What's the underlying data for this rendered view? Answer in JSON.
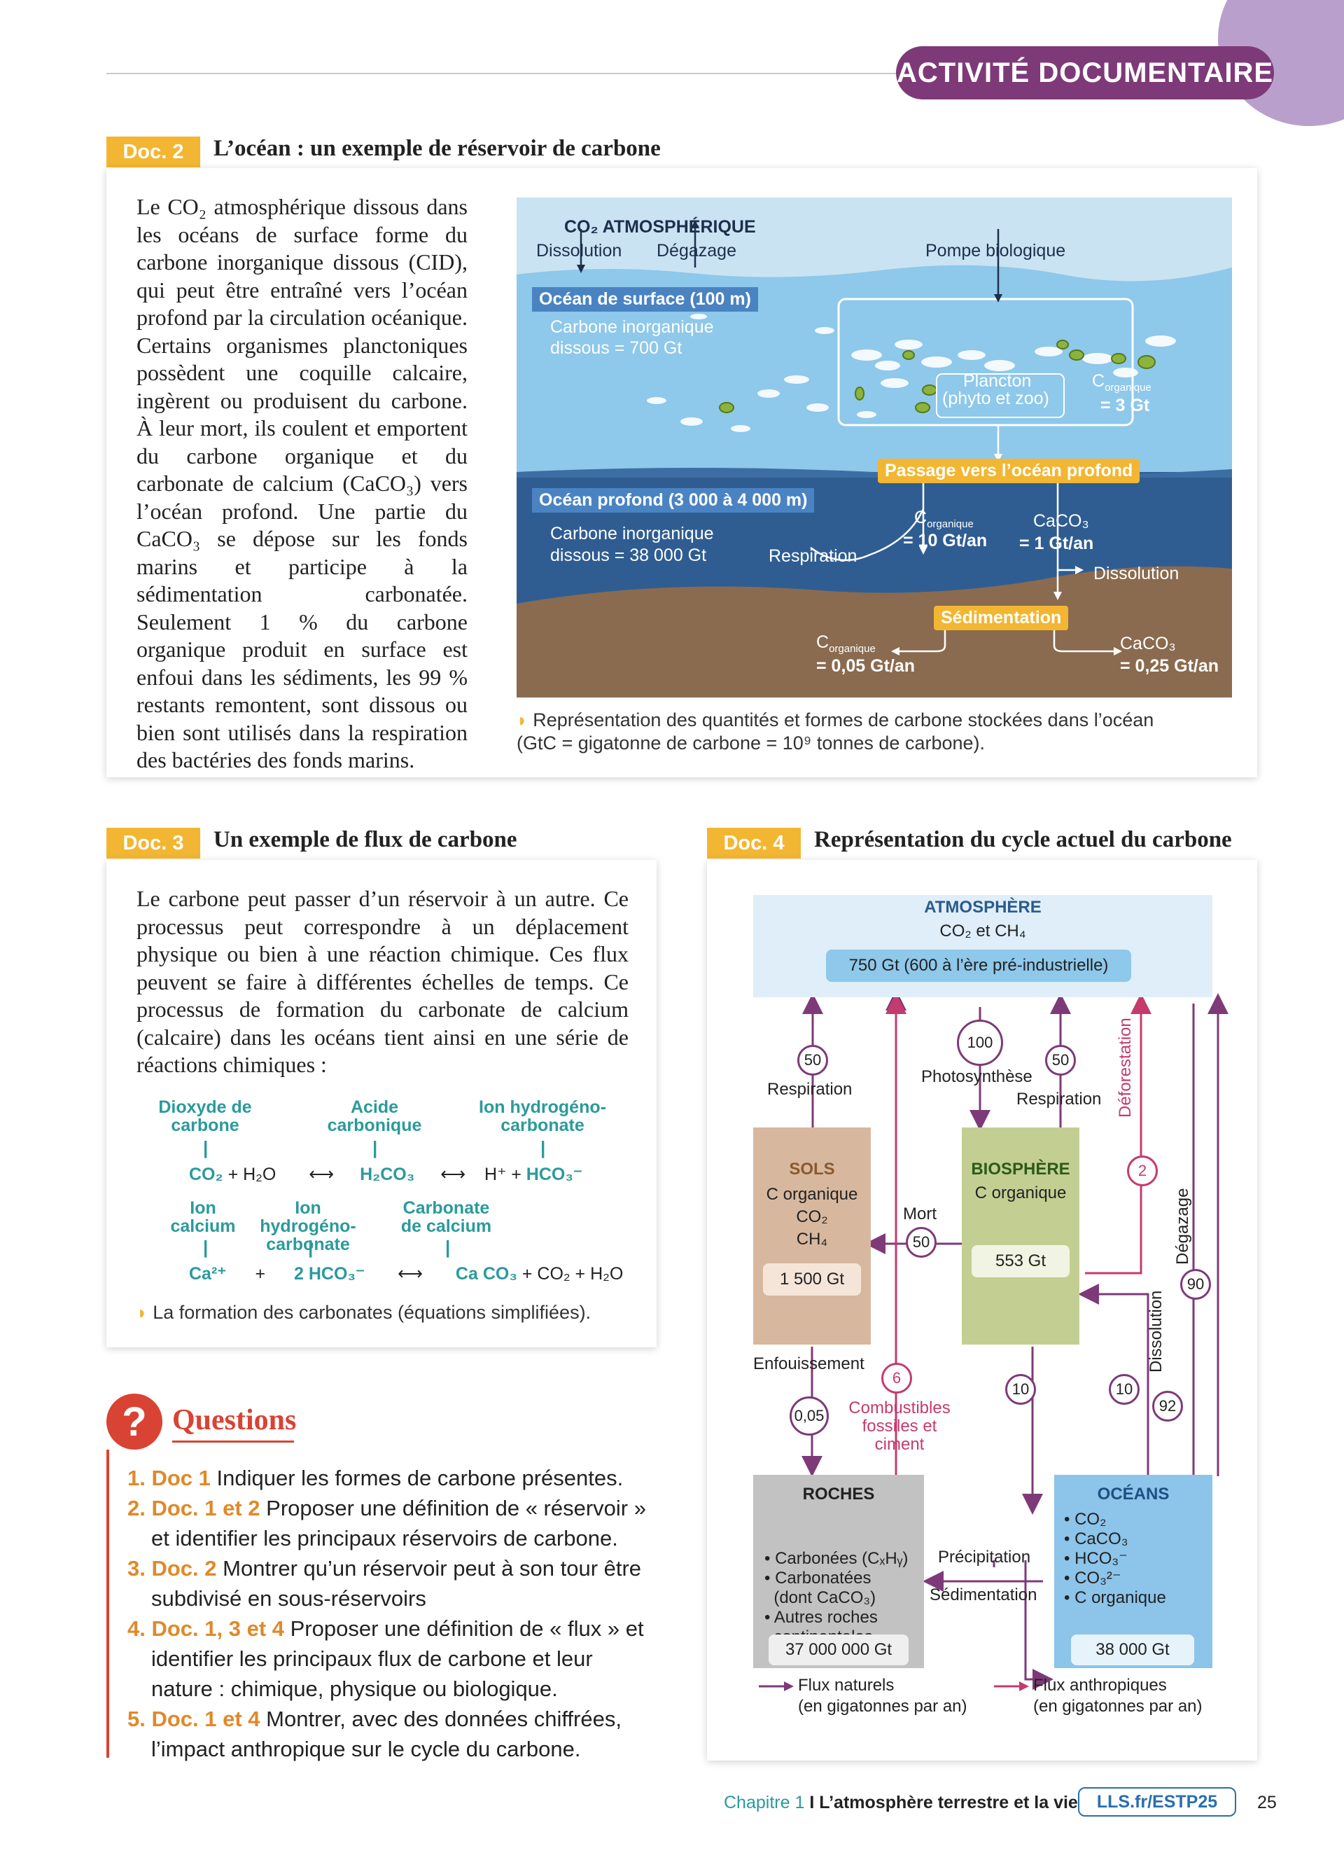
{
  "header": {
    "activite": "ACTIVITÉ DOCUMENTAIRE"
  },
  "doc2": {
    "tag": "Doc. 2",
    "title": "L’océan : un exemple de réservoir de carbone",
    "text": "Le CO₂ atmosphérique dissous dans les océans de surface forme du carbone inorganique dissous (CID), qui peut être entraîné vers l’océan profond par la circulation océanique. Certains organismes planctoniques possèdent une coquille calcaire, ingèrent ou produisent du carbone. À leur mort, ils coulent et emportent du carbone organique et du carbonate de calcium (CaCO₃) vers l’océan profond. Une partie du CaCO₃ se dépose sur les fonds marins et participe à la sédimentation carbonatée. Seulement 1 % du carbone organique produit en surface est enfoui dans les sédiments, les 99 % restants remontent, sont dissous ou bien sont utilisés dans la respiration des bactéries des fonds marins.",
    "diagram": {
      "atmos": "CO₂ ATMOSPHÉRIQUE",
      "dissolution": "Dissolution",
      "degazage": "Dégazage",
      "pompe": "Pompe biologique",
      "surface_badge": "Océan de surface (100 m)",
      "cid_surface_1": "Carbone inorganique",
      "cid_surface_2": "dissous = 700 Gt",
      "plancton_1": "Plancton",
      "plancton_2": "(phyto et zoo)",
      "corg_surface_1": "C",
      "corg_surface_sub": "organique",
      "corg_surface_2": "= 3 Gt",
      "passage": "Passage vers l’océan profond",
      "profond_badge": "Océan profond (3 000 à 4 000 m)",
      "cid_profond_1": "Carbone inorganique",
      "cid_profond_2": "dissous = 38 000 Gt",
      "respiration": "Respiration",
      "corg_flux_1": "C",
      "corg_flux_sub": "organique",
      "corg_flux_2": "= 10 Gt/an",
      "caco3_flux_1": "CaCO₃",
      "caco3_flux_2": "= 1 Gt/an",
      "dissolution2": "Dissolution",
      "sedimentation": "Sédimentation",
      "corg_sed_1": "C",
      "corg_sed_sub": "organique",
      "corg_sed_2": "= 0,05 Gt/an",
      "caco3_sed_1": "CaCO₃",
      "caco3_sed_2": "= 0,25 Gt/an"
    },
    "caption_1": "Représentation des quantités et formes de carbone stockées dans l’océan",
    "caption_2": "(GtC = gigatonne de carbone = 10⁹ tonnes de carbone)."
  },
  "doc3": {
    "tag": "Doc. 3",
    "title": "Un exemple de flux de carbone",
    "text": "Le carbone peut passer d’un réservoir à un autre. Ce processus peut correspondre à un déplacement physique ou bien à une réaction chimique. Ces flux peuvent se faire à différentes échelles de temps. Ce processus de formation du carbonate de calcium (calcaire) dans les océans tient ainsi en une série de réactions chimiques :",
    "row1_labels": [
      "Dioxyde de carbone",
      "Acide carbonique",
      "Ion hydrogéno-carbonate"
    ],
    "row1_eq": {
      "a": "CO₂",
      "b": "+ H₂O",
      "c": "⟷",
      "d": "H₂CO₃",
      "e": "⟷",
      "f": "H⁺ +",
      "g": "HCO₃⁻"
    },
    "row2_labels": [
      "Ion calcium",
      "Ion hydrogéno-carbonate",
      "Carbonate de calcium"
    ],
    "row2_eq": {
      "a": "Ca²⁺",
      "b": "+",
      "c": "2 HCO₃⁻",
      "d": "⟷",
      "e": "Ca CO₃",
      "f": "+ CO₂",
      "g": "+ H₂O"
    },
    "caption": "La formation des carbonates (équations simplifiées)."
  },
  "questions": {
    "title": "Questions",
    "items": [
      {
        "num": "1.",
        "ref": "Doc 1",
        "text": " Indiquer les formes de carbone présentes."
      },
      {
        "num": "2.",
        "ref": "Doc. 1 et 2",
        "text": " Proposer une définition de « réservoir » et identifier les principaux réservoirs de carbone."
      },
      {
        "num": "3.",
        "ref": "Doc. 2",
        "text": " Montrer qu’un réservoir peut à son tour être subdivisé en sous-réservoirs"
      },
      {
        "num": "4.",
        "ref": "Doc. 1, 3 et 4",
        "text": " Proposer une définition de « flux » et identifier les principaux flux de carbone et leur nature : chimique, physique ou biologique."
      },
      {
        "num": "5.",
        "ref": "Doc. 1 et 4",
        "text": " Montrer, avec des données chiffrées, l’impact anthropique sur le cycle du carbone."
      }
    ]
  },
  "doc4": {
    "tag": "Doc. 4",
    "title": "Représentation du cycle actuel du carbone",
    "atmos_title": "ATMOSPHÈRE",
    "atmos_sub": "CO₂ et CH₄",
    "atmos_value": "750 Gt (600 à l’ère pré-industrielle)",
    "sols_title": "SOLS",
    "sols_items": [
      "C organique",
      "CO₂",
      "CH₄"
    ],
    "sols_value": "1 500 Gt",
    "bio_title": "BIOSPHÈRE",
    "bio_item": "C organique",
    "bio_value": "553 Gt",
    "roches_title": "ROCHES",
    "roches_items": [
      "• Carbonées (CₓHᵧ)",
      "• Carbonatées",
      "  (dont CaCO₃)",
      "• Autres roches",
      "  continentales"
    ],
    "roches_value": "37 000 000 Gt",
    "oceans_title": "OCÉANS",
    "oceans_items": [
      "• CO₂",
      "• CaCO₃",
      "• HCO₃⁻",
      "• CO₃²⁻",
      "• C organique"
    ],
    "oceans_value": "38 000 Gt",
    "labels": {
      "respiration1": "Respiration",
      "photosynthese": "Photosynthèse",
      "respiration2": "Respiration",
      "deforestation": "Déforestation",
      "degazage": "Dégazage",
      "dissolution": "Dissolution",
      "mort": "Mort",
      "enfouissement": "Enfouissement",
      "combustibles": "Combustibles fossiles et ciment",
      "precipitation": "Précipitation",
      "sedimentation": "Sédimentation"
    },
    "flows": {
      "resp_sols": "50",
      "photo": "100",
      "resp_bio": "50",
      "defor": "2",
      "mort": "50",
      "degaz": "90",
      "enfouis": "0,05",
      "combust": "6",
      "bio_oce": "10",
      "oce_bio": "10",
      "dissol": "92"
    },
    "legend_nat_1": "Flux naturels",
    "legend_nat_2": "(en gigatonnes par an)",
    "legend_anth_1": "Flux anthropiques",
    "legend_anth_2": "(en gigatonnes par an)",
    "colors": {
      "natural": "#7e3a78",
      "anthropic": "#c43b6e"
    }
  },
  "footer": {
    "chapter": "Chapitre 1",
    "sep": "I",
    "title": "L’atmosphère terrestre et la vie",
    "link": "LLS.fr/ESTP25",
    "page": "25"
  }
}
